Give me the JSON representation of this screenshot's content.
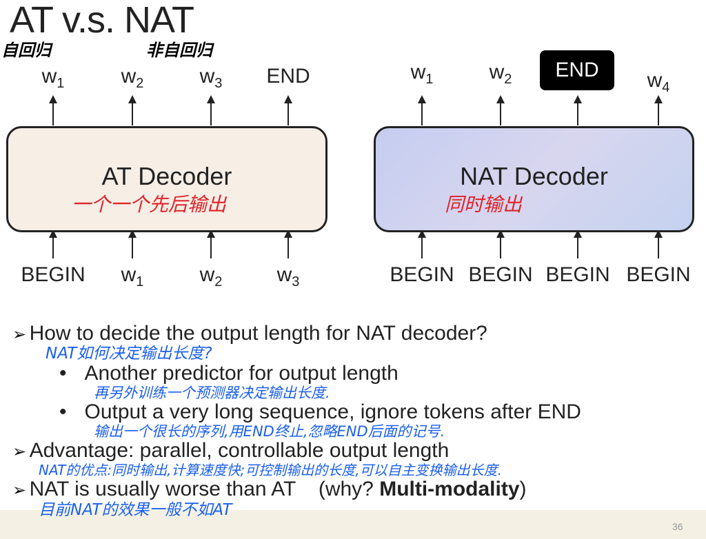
{
  "title": "AT v.s. NAT",
  "annotations": {
    "at_label": "自回归",
    "nat_label": "非自回归"
  },
  "at": {
    "decoder_label": "AT Decoder",
    "note": "一个一个先后输出",
    "outputs": [
      {
        "t": "w",
        "s": "1"
      },
      {
        "t": "w",
        "s": "2"
      },
      {
        "t": "w",
        "s": "3"
      },
      {
        "t": "END",
        "s": ""
      }
    ],
    "inputs": [
      {
        "t": "BEGIN",
        "s": ""
      },
      {
        "t": "w",
        "s": "1"
      },
      {
        "t": "w",
        "s": "2"
      },
      {
        "t": "w",
        "s": "3"
      }
    ]
  },
  "nat": {
    "decoder_label": "NAT Decoder",
    "note": "同时输出",
    "outputs": [
      {
        "t": "w",
        "s": "1"
      },
      {
        "t": "w",
        "s": "2"
      },
      {
        "t": "END",
        "s": ""
      },
      {
        "t": "w",
        "s": "4"
      }
    ],
    "inputs": [
      {
        "t": "BEGIN",
        "s": ""
      },
      {
        "t": "BEGIN",
        "s": ""
      },
      {
        "t": "BEGIN",
        "s": ""
      },
      {
        "t": "BEGIN",
        "s": ""
      }
    ]
  },
  "bullets": {
    "q": "How to decide the output length for NAT decoder?",
    "q_note": "NAT如何决定输出长度?",
    "sub1": "Another predictor for output length",
    "sub1_note": "再另外训练一个预测器决定输出长度.",
    "sub2": "Output a very long sequence, ignore tokens after END",
    "sub2_note": "输出一个很长的序列,用END终止,忽略END后面的记号.",
    "adv": "Advantage: parallel, controllable output length",
    "adv_note": "NAT的优点:同时输出,计算速度快;可控制输出的长度,可以自主变换输出长度.",
    "worse": "NAT is usually worse than AT",
    "why": "(why? ",
    "why_bold": "Multi-modality",
    "why_end": ")",
    "worse_note": "目前NAT的效果一般不如AT"
  },
  "page_number": "36"
}
